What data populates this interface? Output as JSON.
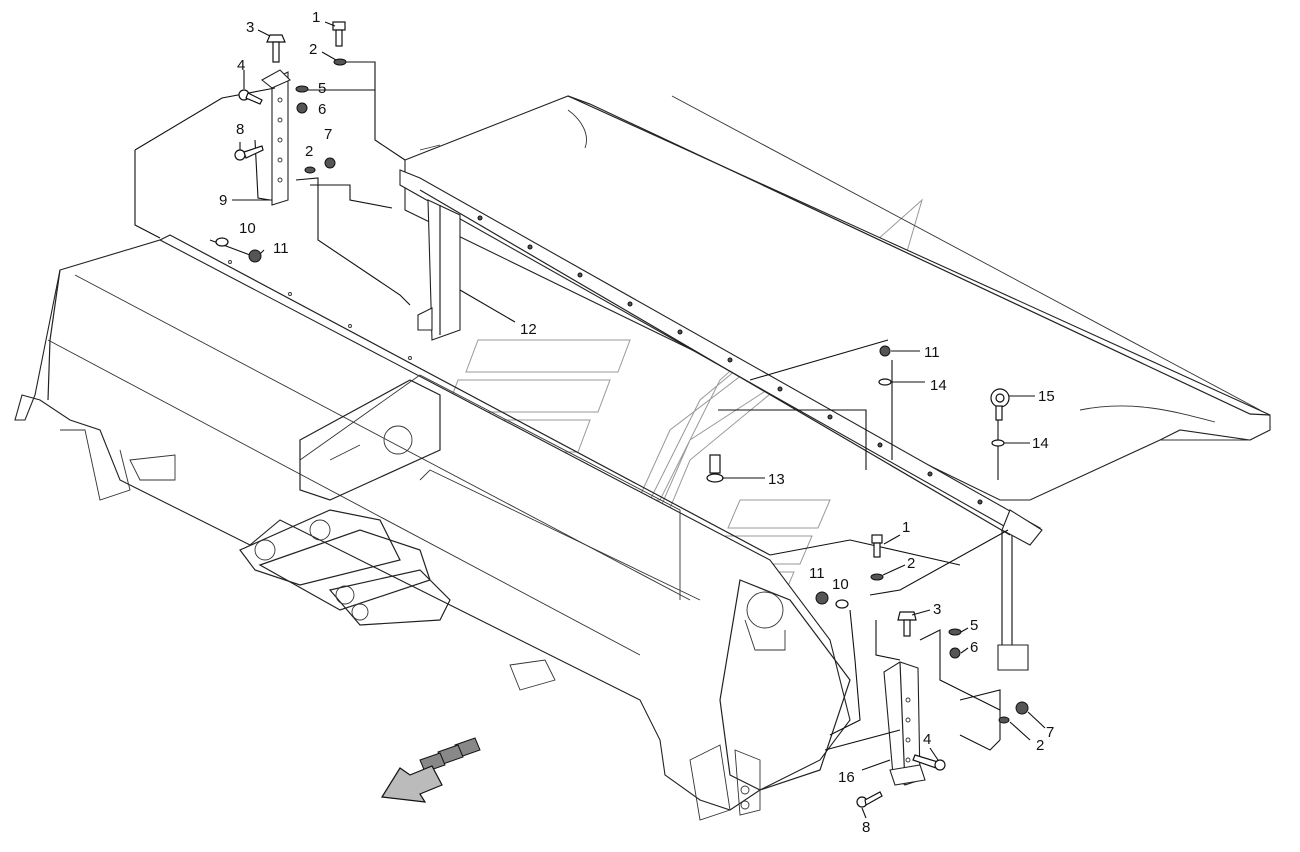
{
  "diagram": {
    "callouts": [
      {
        "id": "c1a",
        "text": "1"
      },
      {
        "id": "c2a",
        "text": "2"
      },
      {
        "id": "c3a",
        "text": "3"
      },
      {
        "id": "c4a",
        "text": "4"
      },
      {
        "id": "c5a",
        "text": "5"
      },
      {
        "id": "c6a",
        "text": "6"
      },
      {
        "id": "c8a",
        "text": "8"
      },
      {
        "id": "c2b",
        "text": "2"
      },
      {
        "id": "c7a",
        "text": "7"
      },
      {
        "id": "c9a",
        "text": "9"
      },
      {
        "id": "c10a",
        "text": "10"
      },
      {
        "id": "c11a",
        "text": "11"
      },
      {
        "id": "c12a",
        "text": "12"
      },
      {
        "id": "c11b",
        "text": "11"
      },
      {
        "id": "c14a",
        "text": "14"
      },
      {
        "id": "c15a",
        "text": "15"
      },
      {
        "id": "c14b",
        "text": "14"
      },
      {
        "id": "c13a",
        "text": "13"
      },
      {
        "id": "c1b",
        "text": "1"
      },
      {
        "id": "c2c",
        "text": "2"
      },
      {
        "id": "c11c",
        "text": "11"
      },
      {
        "id": "c10b",
        "text": "10"
      },
      {
        "id": "c3b",
        "text": "3"
      },
      {
        "id": "c5b",
        "text": "5"
      },
      {
        "id": "c6b",
        "text": "6"
      },
      {
        "id": "c7b",
        "text": "7"
      },
      {
        "id": "c2d",
        "text": "2"
      },
      {
        "id": "c4b",
        "text": "4"
      },
      {
        "id": "c16a",
        "text": "16"
      },
      {
        "id": "c8b",
        "text": "8"
      }
    ]
  }
}
